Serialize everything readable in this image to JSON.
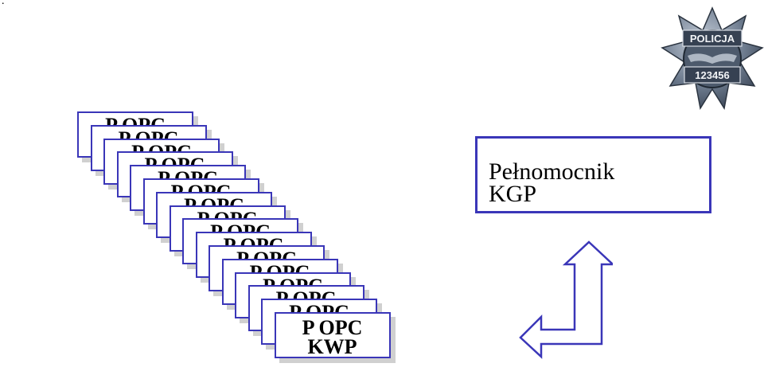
{
  "decor": {
    "dot": "."
  },
  "badge": {
    "word": "POLICJA",
    "number": "123456",
    "icon": "police-star-badge-icon"
  },
  "cards": {
    "back_label": "P OPC",
    "back_count": 15,
    "front_line1": "P OPC",
    "front_line2": "KWP"
  },
  "kgp": {
    "line1": "Pełnomocnik",
    "line2": "KGP"
  },
  "colors": {
    "border": "#3a36b8",
    "shadow": "#d0d0d0"
  },
  "connector": {
    "icon": "up-left-arrow-icon"
  }
}
